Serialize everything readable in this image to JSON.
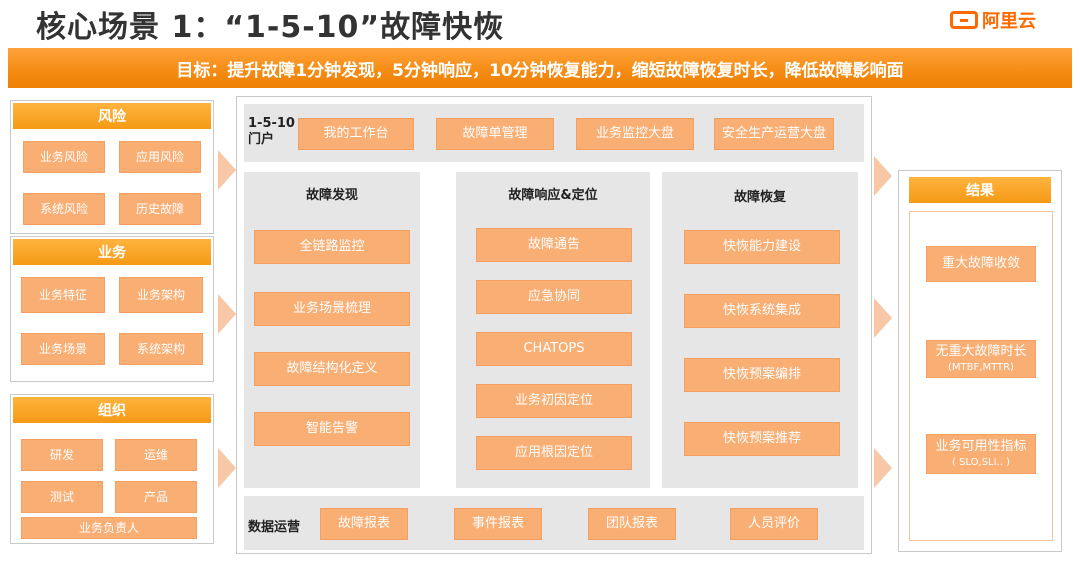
{
  "title": "核心场景 1：“1-5-10”故障快恢",
  "logo": {
    "text": "阿里云",
    "icon": "aliyun-logo-icon"
  },
  "goal": "目标：提升故障1分钟发现，5分钟响应，10分钟恢复能力，缩短故障恢复时长，降低故障影响面",
  "left": {
    "risk": {
      "header": "风险",
      "items": [
        "业务风险",
        "应用风险",
        "系统风险",
        "历史故障"
      ]
    },
    "business": {
      "header": "业务",
      "items": [
        "业务特征",
        "业务架构",
        "业务场景",
        "系统架构"
      ]
    },
    "org": {
      "header": "组织",
      "items": [
        "研发",
        "运维",
        "测试",
        "产品"
      ],
      "wide": "业务负责人"
    }
  },
  "portal": {
    "label_line1": "1-5-10",
    "label_line2": "门户",
    "items": [
      "我的工作台",
      "故障单管理",
      "业务监控大盘",
      "安全生产运营大盘"
    ]
  },
  "columns": [
    {
      "title": "故障发现",
      "items": [
        "全链路监控",
        "业务场景梳理",
        "故障结构化定义",
        "智能告警"
      ]
    },
    {
      "title": "故障响应&定位",
      "items": [
        "故障通告",
        "应急协同",
        "CHATOPS",
        "业务初因定位",
        "应用根因定位"
      ]
    },
    {
      "title": "故障恢复",
      "items": [
        "快恢能力建设",
        "快恢系统集成",
        "快恢预案编排",
        "快恢预案推荐"
      ]
    }
  ],
  "data_ops": {
    "label": "数据运营",
    "items": [
      "故障报表",
      "事件报表",
      "团队报表",
      "人员评价"
    ]
  },
  "result": {
    "header": "结果",
    "items": [
      {
        "main": "重大故障收敛",
        "sub": ""
      },
      {
        "main": "无重大故障时长",
        "sub": "(MTBF,MTTR)"
      },
      {
        "main": "业务可用性指标",
        "sub": "( SLO,SLI.. )"
      }
    ]
  },
  "colors": {
    "accent": "#f59a15",
    "box": "#f9ae74",
    "arrow": "#f7c7a6",
    "panel_gray": "#e6e6e6"
  }
}
